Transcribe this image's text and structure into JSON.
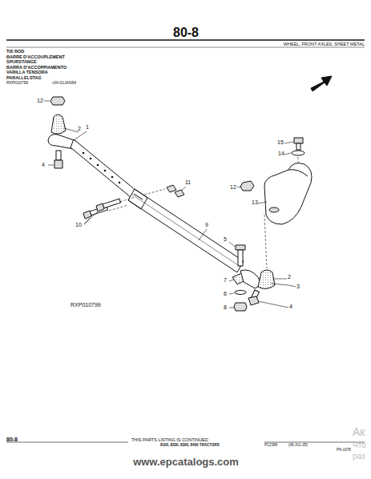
{
  "diagram": {
    "title": "80-8",
    "labels": [
      "WHEEL, FRONT AXLES, SHEET METAL",
      "TIE ROD",
      "BARRE D'ACCOUPLEMENT",
      "SPURSTANGE",
      "BARRA D'ACCOPPIAMENTO",
      "VARILLA TENSORA",
      "PARALLELSTAG",
      "RXP010799",
      "-UN-01JAN94",
      "12",
      "2",
      "1",
      "4",
      "11",
      "10",
      "9",
      "5",
      "7",
      "6",
      "8",
      "15",
      "14",
      "12",
      "13",
      "2",
      "3",
      "4",
      "RXP010799",
      "80-8",
      "THIS PARTS LISTING IS CONTINUED",
      "8100, 8200, 8300, 8400 TRACTORS",
      "PC2389",
      "(06-JUL-05)",
      "PN-1078",
      "www.epcatalogs.com",
      "Ак",
      "Что",
      "раз"
    ]
  }
}
